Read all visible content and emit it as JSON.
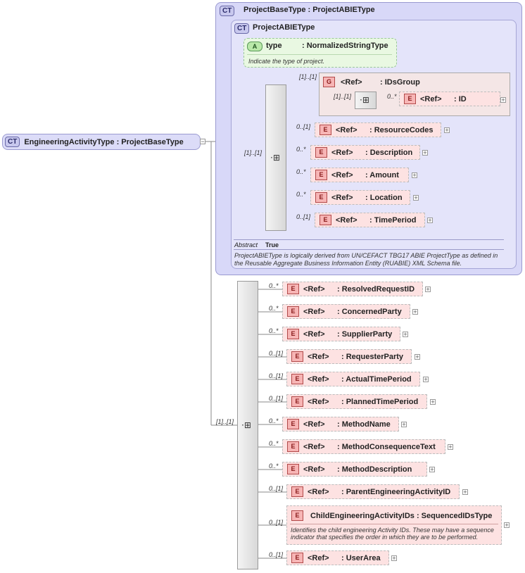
{
  "root": {
    "badge": "CT",
    "name": "EngineeringActivityType",
    "type": ": ProjectBaseType"
  },
  "base": {
    "badge": "CT",
    "title": "ProjectBaseType : ProjectABIEType",
    "inner_badge": "CT",
    "inner_title": "ProjectABIEType",
    "attribute": {
      "badge": "A",
      "name": "type",
      "type": ": NormalizedStringType",
      "doc": "Indicate the type of project."
    },
    "ids_group": {
      "badge": "G",
      "ref": "<Ref>",
      "name": ": IDsGroup",
      "occ": "[1]..[1]",
      "inner_occ": "[1]..[1]",
      "child_occ": "0..*",
      "child": {
        "badge": "E",
        "ref": "<Ref>",
        "name": ": ID"
      }
    },
    "seq_occ": "[1]..[1]",
    "elements": [
      {
        "occ": "0..[1]",
        "badge": "E",
        "ref": "<Ref>",
        "name": ": ResourceCodes"
      },
      {
        "occ": "0..*",
        "badge": "E",
        "ref": "<Ref>",
        "name": ": Description"
      },
      {
        "occ": "0..*",
        "badge": "E",
        "ref": "<Ref>",
        "name": ": Amount"
      },
      {
        "occ": "0..*",
        "badge": "E",
        "ref": "<Ref>",
        "name": ": Location"
      },
      {
        "occ": "0..[1]",
        "badge": "E",
        "ref": "<Ref>",
        "name": ": TimePeriod"
      }
    ],
    "abstract_label": "Abstract",
    "abstract_value": "True",
    "doc": "ProjectABIEType is logically derived from UN/CEFACT TBG17 ABIE ProjectType as defined in the Reusable Aggregate Business Information Entity (RUABIE) XML Schema file."
  },
  "main_seq_occ": "[1]..[1]",
  "elements": [
    {
      "occ": "0..*",
      "badge": "E",
      "ref": "<Ref>",
      "name": ": ResolvedRequestID"
    },
    {
      "occ": "0..*",
      "badge": "E",
      "ref": "<Ref>",
      "name": ": ConcernedParty"
    },
    {
      "occ": "0..*",
      "badge": "E",
      "ref": "<Ref>",
      "name": ": SupplierParty"
    },
    {
      "occ": "0..[1]",
      "badge": "E",
      "ref": "<Ref>",
      "name": ": RequesterParty"
    },
    {
      "occ": "0..[1]",
      "badge": "E",
      "ref": "<Ref>",
      "name": ": ActualTimePeriod"
    },
    {
      "occ": "0..[1]",
      "badge": "E",
      "ref": "<Ref>",
      "name": ": PlannedTimePeriod"
    },
    {
      "occ": "0..*",
      "badge": "E",
      "ref": "<Ref>",
      "name": ": MethodName"
    },
    {
      "occ": "0..*",
      "badge": "E",
      "ref": "<Ref>",
      "name": ": MethodConsequenceText"
    },
    {
      "occ": "0..*",
      "badge": "E",
      "ref": "<Ref>",
      "name": ": MethodDescription"
    },
    {
      "occ": "0..[1]",
      "badge": "E",
      "ref": "<Ref>",
      "name": ": ParentEngineeringActivityID"
    }
  ],
  "child_ids": {
    "occ": "0..[1]",
    "badge": "E",
    "name": "ChildEngineeringActivityIDs : SequencedIDsType",
    "doc": "Identifies the child engineering Activity IDs. These may have a sequence indicator that specifies the order in which they are to be performed."
  },
  "user_area": {
    "occ": "0..[1]",
    "badge": "E",
    "ref": "<Ref>",
    "name": ": UserArea"
  }
}
